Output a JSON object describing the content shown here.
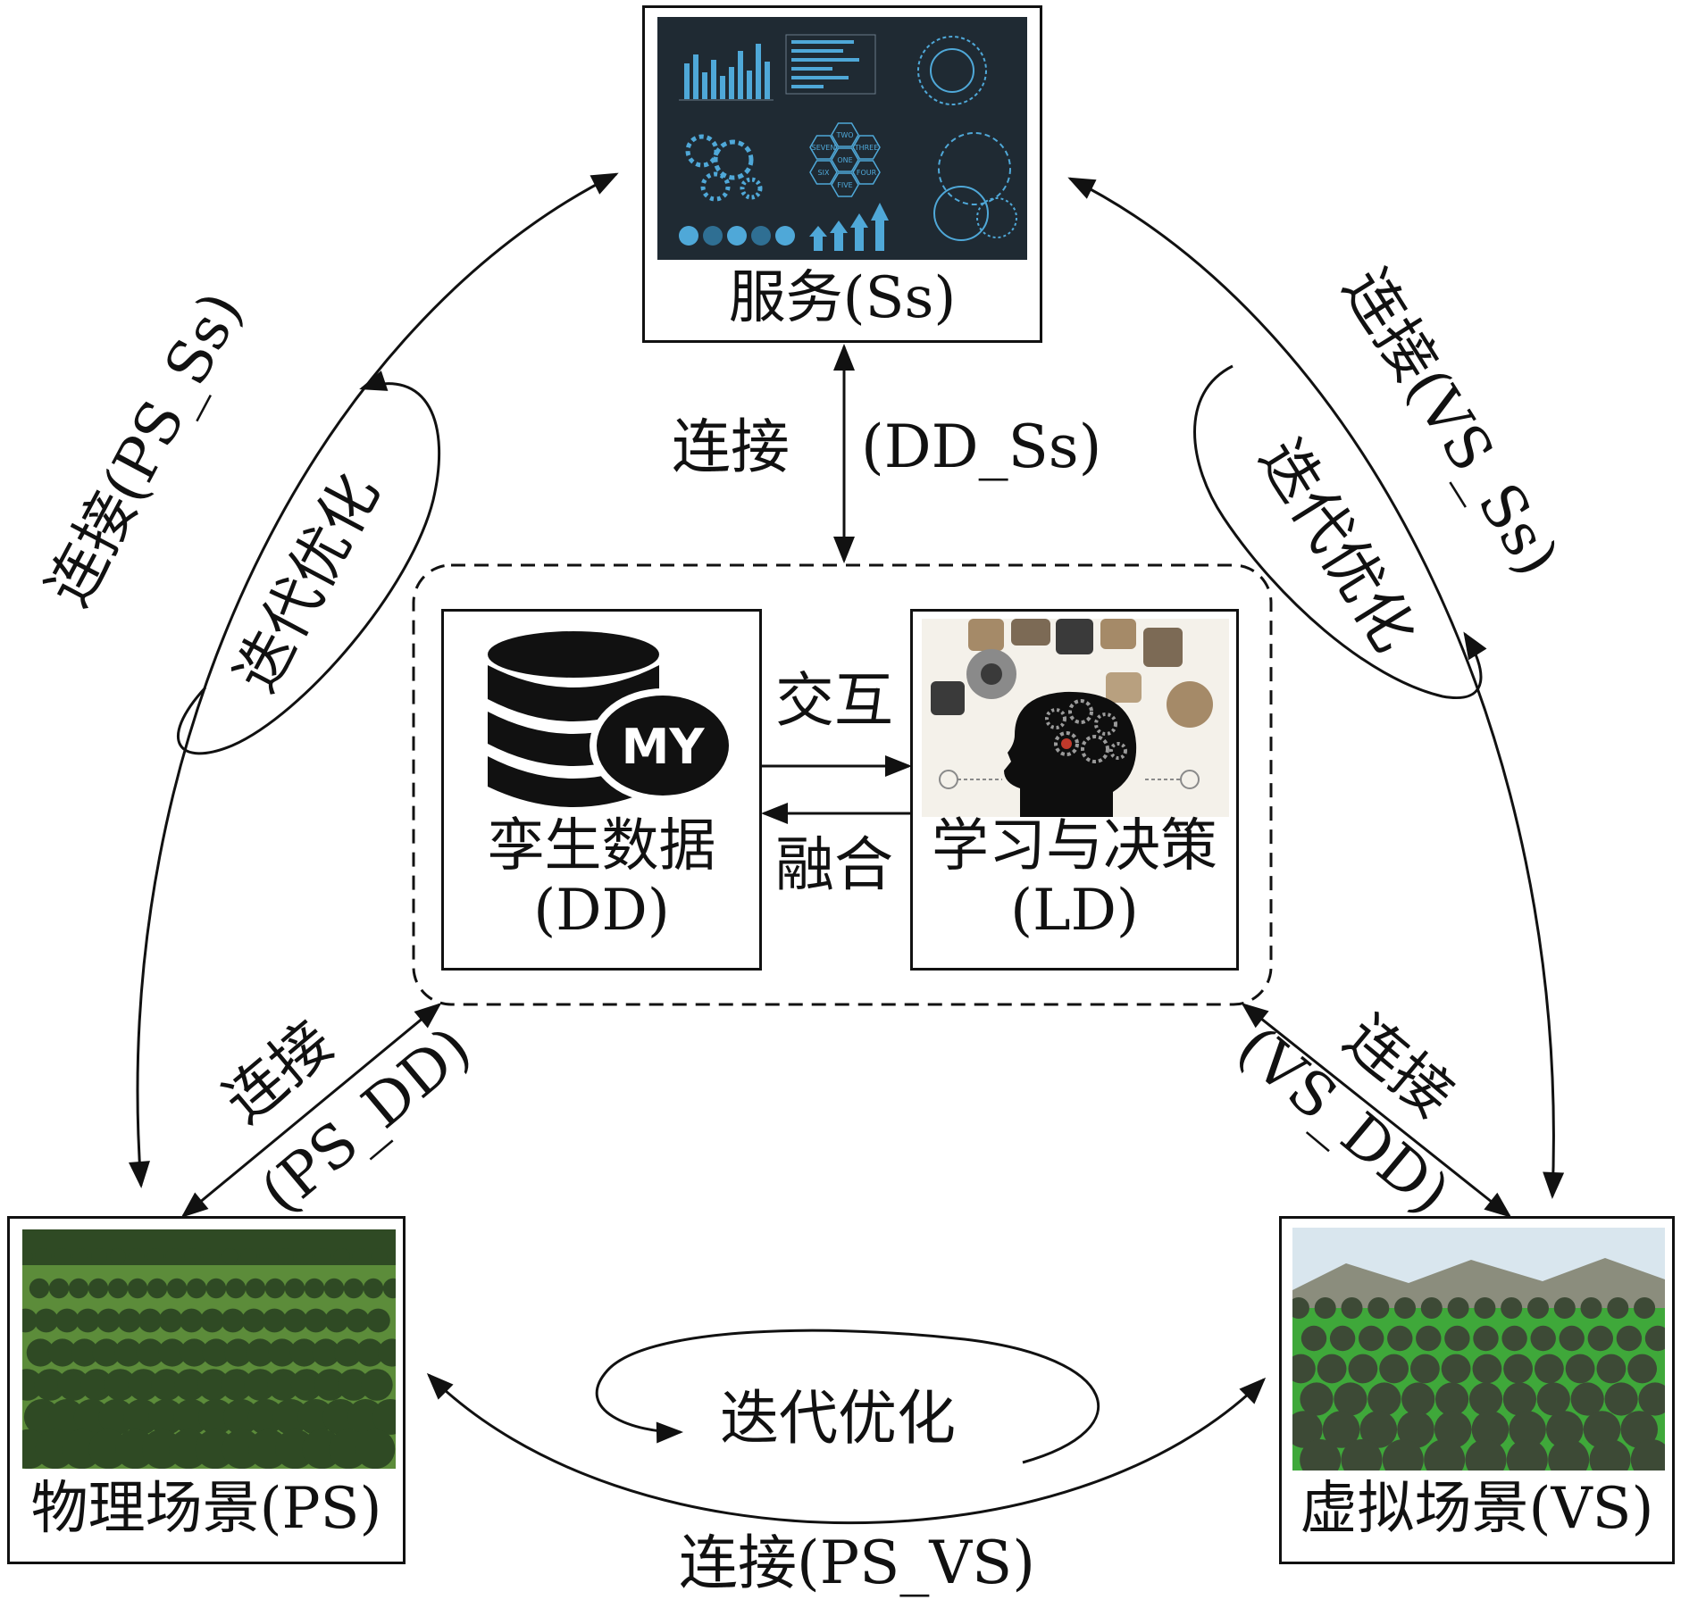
{
  "nodes": {
    "services": "服务(Ss)",
    "twin_data": [
      "孪生数据",
      "(DD)"
    ],
    "learning": [
      "学习与决策",
      "(LD)"
    ],
    "physical": "物理场景(PS)",
    "virtual": "虚拟场景(VS)"
  },
  "db_icon_text": "MY",
  "labels": {
    "interaction": "交互",
    "fusion": "融合",
    "connect_dd_ss_a": "连接",
    "connect_dd_ss_b": "(DD_Ss)",
    "connect_ps_ss": "连接(PS_Ss)",
    "connect_vs_ss": "连接(VS_Ss)",
    "connect_ps_dd_a": "连接",
    "connect_ps_dd_b": "(PS_DD)",
    "connect_vs_dd_a": "连接",
    "connect_vs_dd_b": "(VS_DD)",
    "connect_ps_vs": "连接(PS_VS)",
    "iter_left": "迭代优化",
    "iter_right": "迭代优化",
    "iter_bottom": "迭代优化"
  },
  "dashboard_hex_labels": [
    "TWO",
    "SEVEN",
    "THREE",
    "ONE",
    "SIX",
    "FOUR",
    "FIVE"
  ],
  "colors": {
    "line": "#111111",
    "dashboard_bg": "#1f2a33",
    "dashboard_accent": "#4fa8d8",
    "tree_dark": "#2f4a24",
    "grass": "#5c8c3a",
    "virtual_grass": "#3fa83a",
    "sky": "#d9e6ee"
  }
}
